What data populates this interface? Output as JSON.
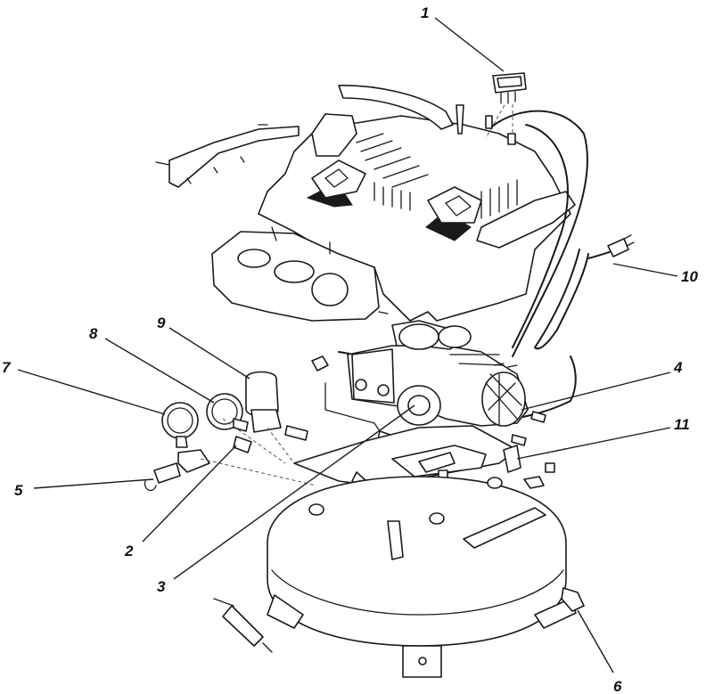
{
  "callouts": [
    {
      "id": "1",
      "label": "1"
    },
    {
      "id": "2",
      "label": "2"
    },
    {
      "id": "3",
      "label": "3"
    },
    {
      "id": "4",
      "label": "4"
    },
    {
      "id": "5",
      "label": "5"
    },
    {
      "id": "6",
      "label": "6"
    },
    {
      "id": "7",
      "label": "7"
    },
    {
      "id": "8",
      "label": "8"
    },
    {
      "id": "9",
      "label": "9"
    },
    {
      "id": "10",
      "label": "10"
    },
    {
      "id": "11",
      "label": "11"
    }
  ],
  "colors": {
    "ink": "#1a1a1a",
    "background": "#ffffff"
  }
}
